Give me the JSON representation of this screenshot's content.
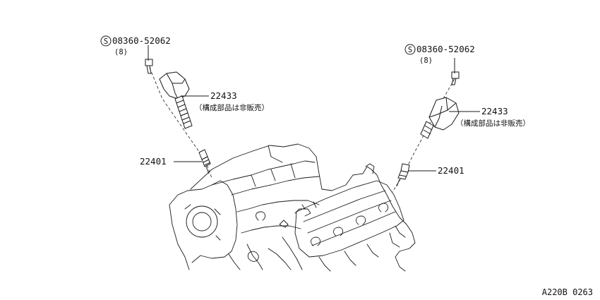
{
  "callouts": {
    "left": {
      "bolt_number": "08360-52062",
      "bolt_qty": "(8)",
      "coil_number": "22433",
      "coil_note": "（構成部品は非販売）",
      "plug_number": "22401"
    },
    "right": {
      "bolt_number": "08360-52062",
      "bolt_qty": "(8)",
      "coil_number": "22433",
      "coil_note": "（構成部品は非販売）",
      "plug_number": "22401"
    }
  },
  "standard_part_symbol": "S",
  "drawing_reference": "A220B 0263"
}
